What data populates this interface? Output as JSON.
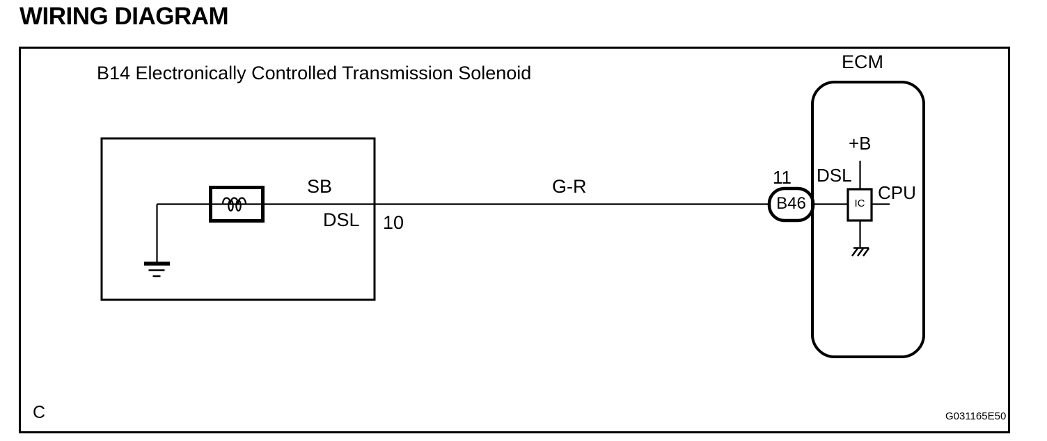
{
  "page": {
    "title": "WIRING DIAGRAM",
    "revision_mark": "C",
    "figure_code": "G031165E50"
  },
  "diagram": {
    "solenoid_block": {
      "title": "B14 Electronically Controlled Transmission Solenoid",
      "wire_color_inside": "SB",
      "terminal_name": "DSL",
      "terminal_pin": "10"
    },
    "harness_wire": {
      "color_code": "G-R"
    },
    "ecm_block": {
      "title": "ECM",
      "connector_pin": "11",
      "connector_code": "B46",
      "terminal_name": "DSL",
      "power_label": "+B",
      "cpu_label": "CPU",
      "ic_label": "IC"
    },
    "colors": {
      "line": "#000000",
      "background": "#ffffff"
    }
  }
}
